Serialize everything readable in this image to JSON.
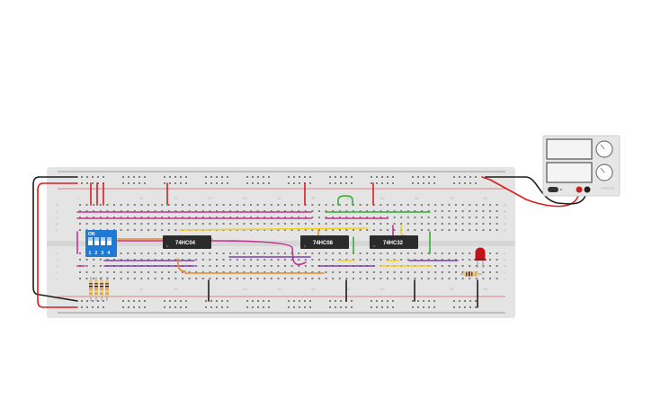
{
  "canvas": {
    "background": "#ffffff"
  },
  "breadboard": {
    "body_color": "#e4e4e4",
    "hole_color": "#7d7d7d",
    "rail_red": "#d62222",
    "rail_blue": "#4a4a4a",
    "row_letters_top": [
      "A",
      "B",
      "C",
      "D",
      "E"
    ],
    "row_letters_bottom": [
      "F",
      "G",
      "H",
      "I",
      "J"
    ],
    "column_numbers_top": [
      "1",
      "10",
      "15",
      "20",
      "25",
      "30",
      "35",
      "40",
      "45",
      "50",
      "55",
      "60"
    ],
    "column_numbers_bottom": [
      "20",
      "15",
      "25",
      "30",
      "35",
      "40",
      "45",
      "55",
      "60"
    ]
  },
  "chips": [
    {
      "label": "74HC04",
      "color": "#2b2b2b"
    },
    {
      "label": "74HC08",
      "color": "#2b2b2b"
    },
    {
      "label": "74HC32",
      "color": "#2b2b2b"
    }
  ],
  "dip_switch": {
    "label_on": "ON",
    "numbers": [
      "1",
      "2",
      "3",
      "4"
    ],
    "color": "#1f7ad6"
  },
  "led": {
    "color": "#c0141a"
  },
  "power_supply": {
    "body_color": "#e6e6e6",
    "screen_color": "#f4f4f4",
    "terminal_red": "#d21c1c",
    "terminal_black": "#222222"
  },
  "wire_colors": {
    "red": "#d81e1e",
    "black": "#1c1c1c",
    "magenta": "#c2338f",
    "purple": "#7f3fb0",
    "orange": "#e8892a",
    "yellow": "#f2d022",
    "green": "#33b033"
  }
}
